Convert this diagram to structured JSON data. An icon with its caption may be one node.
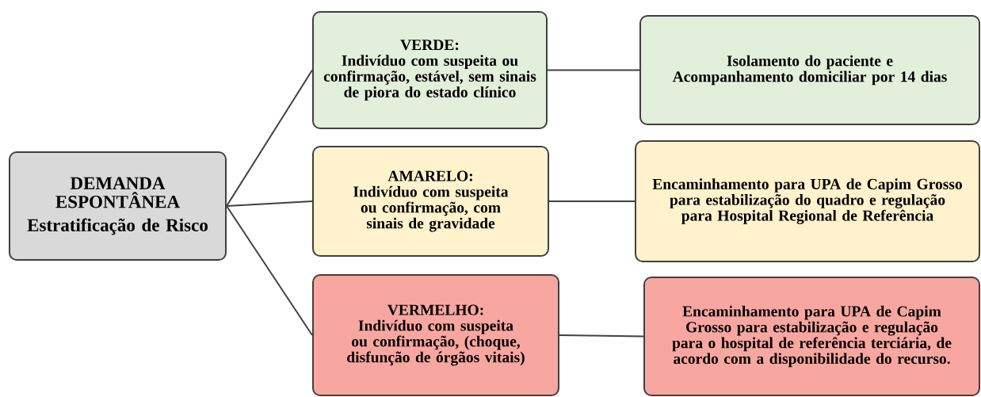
{
  "diagram": {
    "nodes": [
      {
        "text": [
          "DEMANDA ESPONTÂNEA",
          "Estratificação de Risco"
        ]
      },
      {
        "text": [
          "VERDE:",
          "Indivíduo com suspeita ou confirmação, estável, sem sinais de piora do estado clínico"
        ]
      },
      {
        "text": [
          "AMARELO:",
          "Indivíduo com suspeita ou confirmação, com sinais de gravidade"
        ]
      },
      {
        "text": [
          "VERMELHO:",
          "Indivíduo com suspeita ou confirmação, (choque, disfunção de órgãos vitais)"
        ]
      },
      {
        "text": [
          "Isolamento do paciente e Acompanhamento domiciliar por 14 dias"
        ]
      },
      {
        "text": [
          "Encaminhamento para UPA de Capim Grosso para estabilização do quadro e  regulação para Hospital Regional de Referência"
        ]
      },
      {
        "text": [
          "Encaminhamento para UPA  de Capim Grosso para estabilização e regulação para o hospital de referência terciária, de acordo com a disponibilidade do recurso."
        ]
      }
    ],
    "edges": [
      {
        "from": 0,
        "to": 1,
        "arrow": "none"
      },
      {
        "from": 0,
        "to": 2,
        "arrow": "none"
      },
      {
        "from": 0,
        "to": 3,
        "arrow": "none"
      },
      {
        "from": 1,
        "to": 4,
        "arrow": "none"
      },
      {
        "from": 2,
        "to": 5,
        "arrow": "none"
      },
      {
        "from": 3,
        "to": 6,
        "arrow": "none"
      }
    ]
  }
}
